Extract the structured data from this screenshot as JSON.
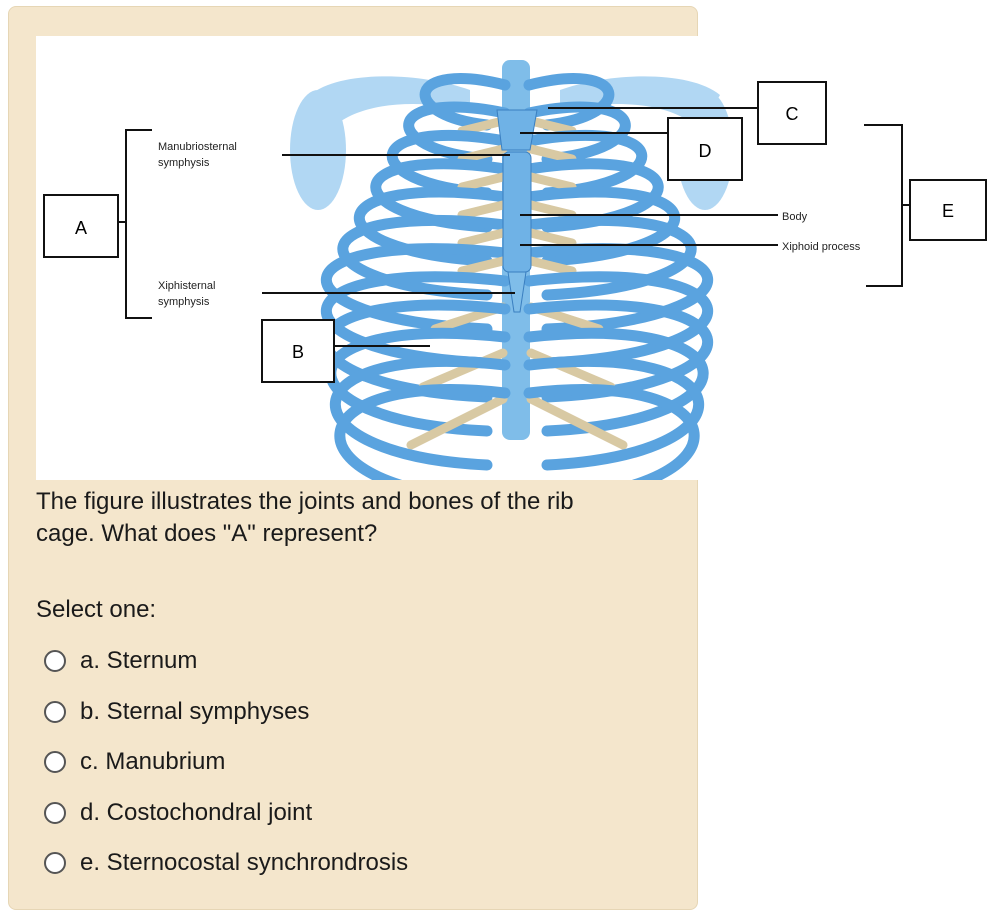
{
  "figure": {
    "labels": {
      "manubriosternal_line1": "Manubriosternal",
      "manubriosternal_line2": "symphysis",
      "xiphisternal_line1": "Xiphisternal",
      "xiphisternal_line2": "symphysis",
      "body": "Body",
      "xiphoid": "Xiphoid process"
    },
    "boxes": {
      "a": "A",
      "b": "B",
      "c": "C",
      "d": "D",
      "e": "E"
    },
    "colors": {
      "bone": "#5aa3df",
      "bone_dark": "#3a7fc0",
      "cartilage": "#d8c9a3",
      "spine": "#7fbde9"
    }
  },
  "question": {
    "line1": "The figure illustrates the joints and bones of the rib",
    "line2": "cage. What does \"A\" represent?"
  },
  "select_label": "Select one:",
  "options": [
    "a. Sternum",
    "b. Sternal symphyses",
    "c. Manubrium",
    "d. Costochondral joint",
    "e. Sternocostal synchrondrosis"
  ]
}
